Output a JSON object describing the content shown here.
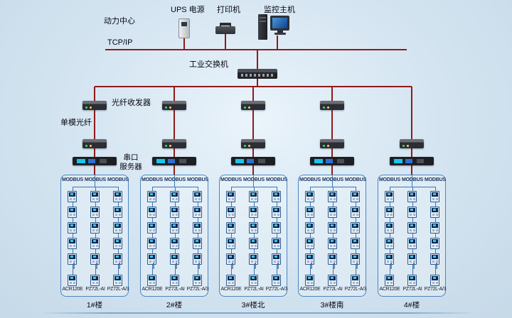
{
  "header": {
    "power_center": "动力中心",
    "ups": "UPS 电源",
    "printer": "打印机",
    "host": "监控主机",
    "tcpip": "TCP/IP",
    "switch": "工业交换机"
  },
  "network": {
    "fiber_transceiver": "光纤收发器",
    "single_mode_fiber": "单模光纤",
    "serial_server": "串口\n服务器"
  },
  "group_labels": {
    "bus": "MODBUS",
    "dots": "⋮",
    "models": [
      "ACR120E",
      "PZ72L-AI",
      "PZ72L-A/3"
    ]
  },
  "groups": [
    {
      "building": "1#楼"
    },
    {
      "building": "2#楼"
    },
    {
      "building": "3#楼北"
    },
    {
      "building": "3#楼南"
    },
    {
      "building": "4#楼"
    }
  ]
}
